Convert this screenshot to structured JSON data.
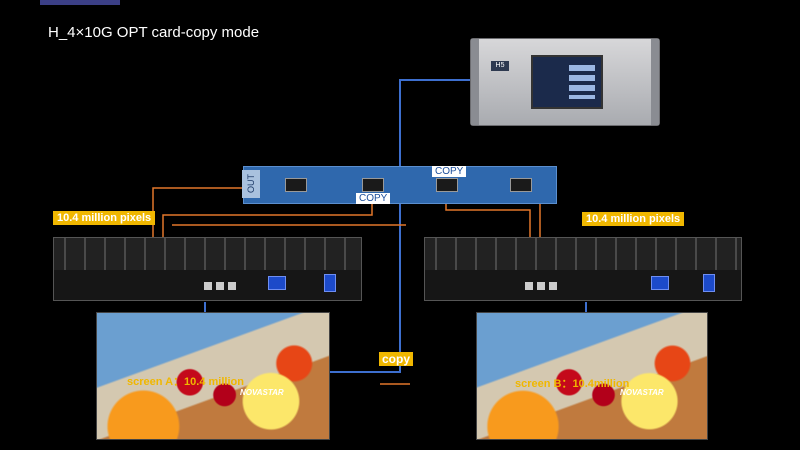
{
  "title": "H_4×10G OPT card-copy mode",
  "opt_card": {
    "out_label": "OUT",
    "copy_top": "COPY",
    "copy_bottom": "COPY"
  },
  "receivers": [
    {
      "pixel_label": "10.4 million pixels"
    },
    {
      "pixel_label": "10.4 million pixels"
    }
  ],
  "screens": [
    {
      "label": "screen A：10.4 million",
      "brand": "NOVASTAR"
    },
    {
      "label": "screen B：10.4million",
      "brand": "NOVASTAR"
    }
  ],
  "copy_label": "copy",
  "controller": {
    "logo": "H5"
  },
  "colors": {
    "background": "#000000",
    "fiber": "#e3772a",
    "signal": "#3d6fcf",
    "highlight": "#f0b700",
    "card": "#2f68ad"
  }
}
